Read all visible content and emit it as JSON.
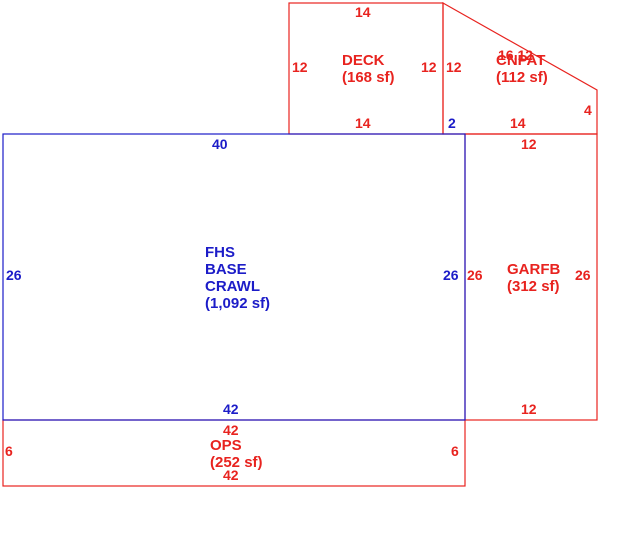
{
  "colors": {
    "primary_area": "#1c1cc8",
    "secondary_area": "#e8231f",
    "background": "#ffffff"
  },
  "areas": {
    "deck": {
      "name": "DECK",
      "area": "(168 sf)",
      "dims": {
        "top": "14",
        "left": "12",
        "right": "12",
        "bottom": "14"
      }
    },
    "cnpat": {
      "name": "CNPAT",
      "area": "(112 sf)",
      "dims": {
        "slope": "16.12",
        "left": "12",
        "right": "4",
        "bottom": "14",
        "offset": "2"
      }
    },
    "main": {
      "name": [
        "FHS",
        "BASE",
        "CRAWL"
      ],
      "area": "(1,092 sf)",
      "dims": {
        "top": "40",
        "left": "26",
        "right": "26",
        "bottom": "42"
      }
    },
    "garfb": {
      "name": "GARFB",
      "area": "(312 sf)",
      "dims": {
        "top": "12",
        "left": "26",
        "right": "26",
        "bottom": "12"
      }
    },
    "ops": {
      "name": "OPS",
      "area": "(252 sf)",
      "dims": {
        "top": "42",
        "left": "6",
        "right": "6",
        "bottom": "42"
      }
    }
  }
}
